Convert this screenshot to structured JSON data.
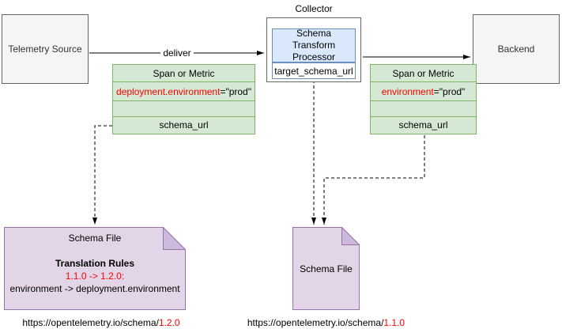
{
  "diagram": {
    "collector_label": "Collector",
    "telemetry_source": "Telemetry Source",
    "backend": "Backend",
    "processor": "Schema Transform Processor",
    "target_schema_url": "target_schema_url",
    "deliver": "deliver"
  },
  "left_span_table": {
    "header": "Span or Metric",
    "attribute_key": "deployment.environment",
    "attribute_value": "=\"prod\"",
    "schema_url_label": "schema_url"
  },
  "right_span_table": {
    "header": "Span or Metric",
    "attribute_key": "environment",
    "attribute_value": "=\"prod\"",
    "schema_url_label": "schema_url"
  },
  "left_schema_file": {
    "title": "Schema File",
    "rules_heading": "Translation Rules",
    "version_mapping": "1.1.0 -> 1.2.0:",
    "translation_rule": "environment -> deployment.environment"
  },
  "center_schema_file": {
    "title": "Schema File"
  },
  "urls": {
    "left_prefix": "https://opentelemetry.io/schema/",
    "left_version": "1.2.0",
    "right_prefix": "https://opentelemetry.io/schema/",
    "right_version": "1.1.0"
  },
  "colors": {
    "green_fill": "#d5e8d4",
    "green_border": "#82b366",
    "blue_fill": "#dae8fc",
    "blue_border": "#6c8ebf",
    "purple_fill": "#e1d5e7",
    "purple_border": "#9673a6",
    "gray_fill": "#f5f5f5",
    "red_text": "#ff0000"
  }
}
